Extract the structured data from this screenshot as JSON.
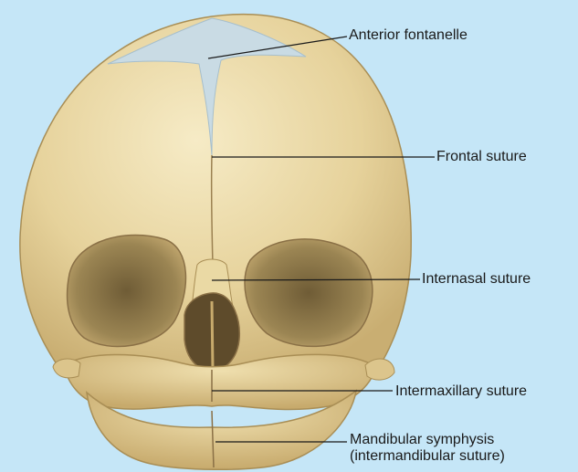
{
  "labels": {
    "anterior_fontanelle": "Anterior fontanelle",
    "frontal_suture": "Frontal suture",
    "internasal_suture": "Internasal suture",
    "intermaxillary_suture": "Intermaxillary suture",
    "mandibular_symphysis": "Mandibular symphysis",
    "mandibular_symphysis_alt": "(intermandibular suture)"
  },
  "colors": {
    "background": "#c5e6f7",
    "bone": "#e8d59f",
    "bone_shadow": "#b99d62",
    "fontanelle": "#c9dbe4",
    "orbit": "#8a7548",
    "leader": "#1a1a1a"
  }
}
